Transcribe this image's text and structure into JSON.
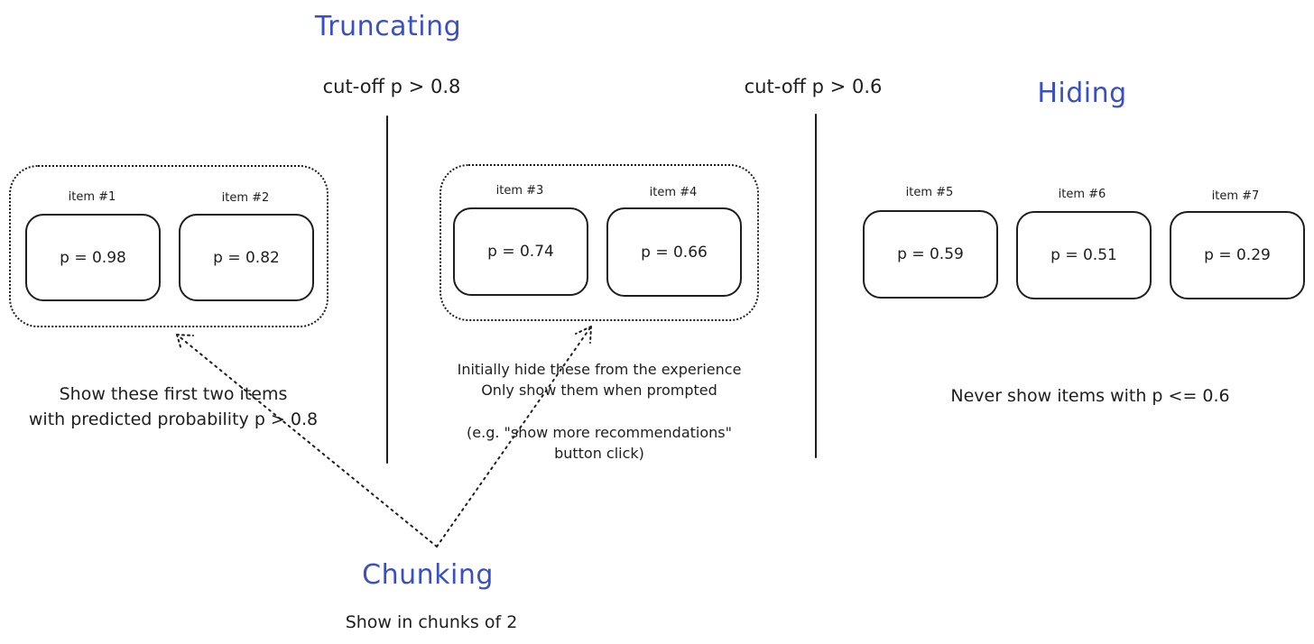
{
  "colors": {
    "accent": "#3b4fc4",
    "ink": "#1e1e1e",
    "background": "#ffffff"
  },
  "headings": {
    "truncating": "Truncating",
    "hiding": "Hiding",
    "chunking": "Chunking"
  },
  "cutoffs": {
    "left": "cut-off p > 0.8",
    "right": "cut-off p > 0.6"
  },
  "items": [
    {
      "label": "item #1",
      "value": "p = 0.98"
    },
    {
      "label": "item #2",
      "value": "p = 0.82"
    },
    {
      "label": "item #3",
      "value": "p = 0.74"
    },
    {
      "label": "item #4",
      "value": "p = 0.66"
    },
    {
      "label": "item #5",
      "value": "p = 0.59"
    },
    {
      "label": "item #6",
      "value": "p = 0.51"
    },
    {
      "label": "item #7",
      "value": "p = 0.29"
    }
  ],
  "notes": {
    "first_group": [
      "Show these first two items",
      "with predicted probability p > 0.8"
    ],
    "second_group": [
      "Initially hide these from the experience",
      "Only show them when prompted"
    ],
    "second_group_example": [
      "(e.g. \"show more recommendations\"",
      "button click)"
    ],
    "hiding": "Never show items with p <= 0.6",
    "chunking": "Show in chunks of 2"
  }
}
